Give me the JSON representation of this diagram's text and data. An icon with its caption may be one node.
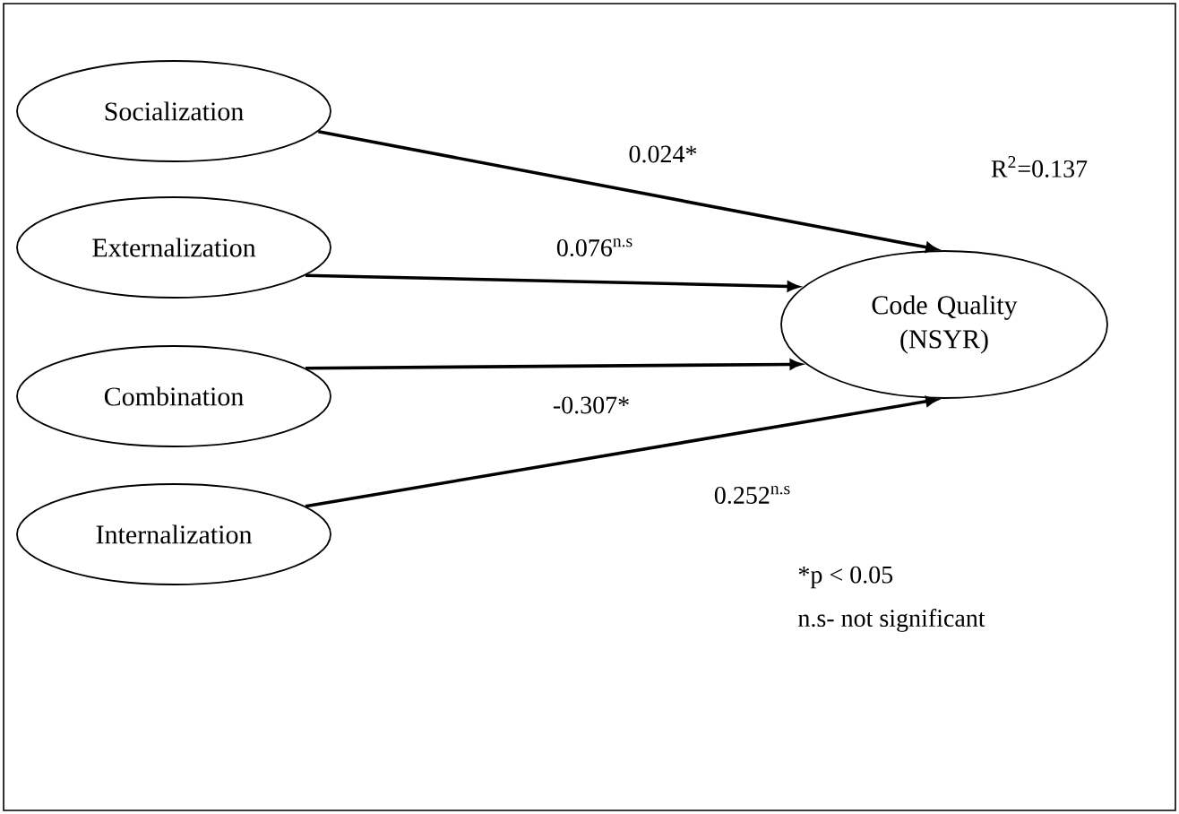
{
  "diagram": {
    "nodes": [
      {
        "text": [
          "Socialization"
        ]
      },
      {
        "text": [
          "Externalization"
        ]
      },
      {
        "text": [
          "Combination"
        ]
      },
      {
        "text": [
          "Internalization"
        ]
      },
      {
        "text": [
          "Code Quality (NSYR)"
        ]
      }
    ],
    "edges": [
      {
        "from": 0,
        "to": 4,
        "arrow": "to",
        "label": "0.024*"
      },
      {
        "from": 1,
        "to": 4,
        "arrow": "to",
        "label": "0.076$^{n.s}$"
      },
      {
        "from": 2,
        "to": 4,
        "arrow": "to",
        "label": "-0.307*"
      },
      {
        "from": 3,
        "to": 4,
        "arrow": "to",
        "label": "0.252$^{n.s}$"
      }
    ],
    "labels": [
      "R$^{2}$=0.137",
      "*p < 0.05",
      "n.s- not significant"
    ]
  }
}
